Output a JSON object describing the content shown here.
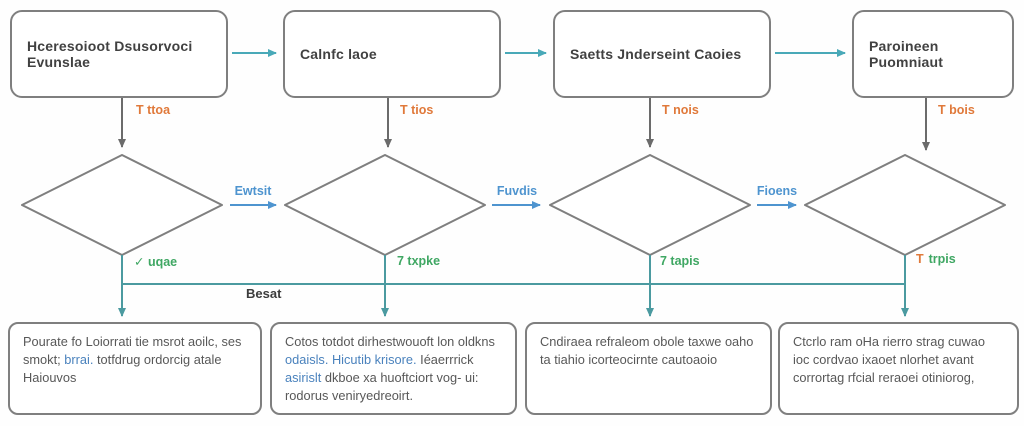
{
  "colors": {
    "border": "#7f7f7f",
    "text": "#414141",
    "body_text": "#585858",
    "teal": "#49a9b8",
    "teal_dark": "#4b9aa0",
    "gray_arrow": "#6b6b6b",
    "blue": "#4e94cf",
    "orange": "#e0793a",
    "green": "#3fa763",
    "link": "#4a82bd",
    "bus_text": "#3c3c3c"
  },
  "top_boxes": [
    {
      "label": "Hceresoioot Dsusorvoci Evunslae"
    },
    {
      "label": "Calnfc laoe"
    },
    {
      "label": "Saetts Jnderseint Caoies"
    },
    {
      "label": "Paroineen Puomniaut"
    }
  ],
  "down_labels": [
    "T ttoa",
    "T tios",
    "T nois",
    "T bois"
  ],
  "pass_labels": [
    "Ewtsit",
    "Fuvdis",
    "Fioens"
  ],
  "yes_labels": {
    "y1": "✓ uqae",
    "y2": "7 txpke",
    "y3": "7 tapis",
    "y4_pre": "T",
    "y4_text": "trpis"
  },
  "bus_label": "Besat",
  "bottom_boxes": [
    {
      "seg1": "Pourate fo Loiorrati tie msrot aoilc, ses smokt; ",
      "link1": "brrai.",
      "seg2": " totfdrug ordorcig atale Haiouvos"
    },
    {
      "seg1": "Cotos totdot dirhestwouoft lon oldkns ",
      "link1": "odaisls. Hicutib krisore.",
      "seg2": " Iéaerrrick ",
      "link2": "asirislt",
      "seg3": " dkboe xa huoftciort vog- ui: rodorus veniryedreoirt."
    },
    {
      "seg1": "Cndiraea refraleom obole taxwe oaho ta tiahio icorteocirnte cautoaoio"
    },
    {
      "seg1": "Ctcrlo ram oHa rierro strag cuwao ioc cordvao ixaoet nlorhet avant corrortag rfcial reraoei otiniorog,"
    }
  ]
}
